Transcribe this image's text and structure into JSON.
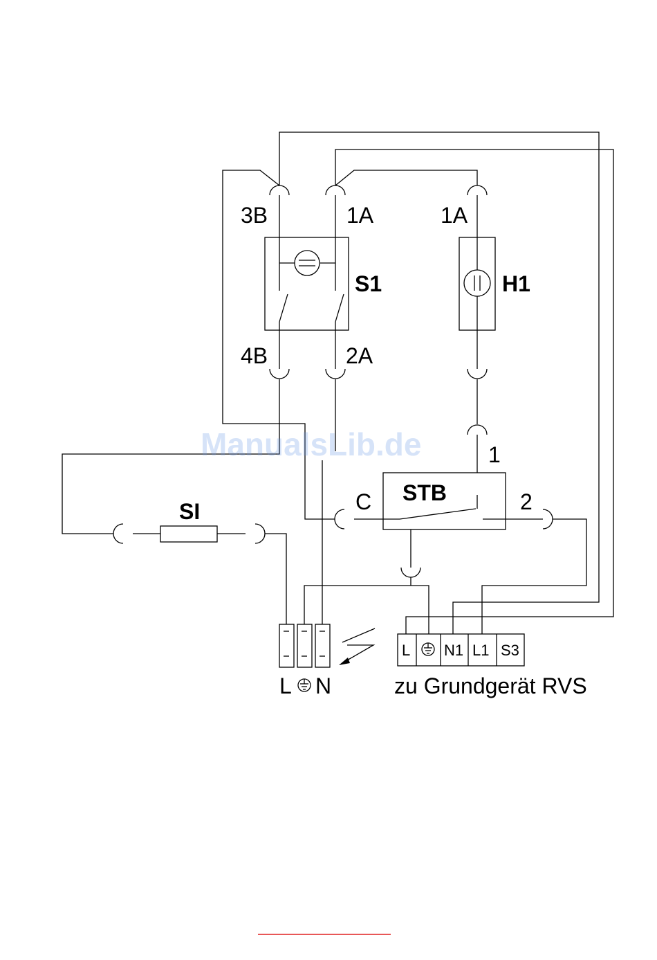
{
  "switch": {
    "name": "S1",
    "top_left": "3B",
    "top_right": "1A",
    "bottom_left": "4B",
    "bottom_right": "2A"
  },
  "lamp": {
    "name": "H1",
    "top": "1A"
  },
  "stb": {
    "name": "STB",
    "pin_1": "1",
    "pin_c": "C",
    "pin_2": "2"
  },
  "fuse": {
    "name": "SI"
  },
  "mains": {
    "labels": {
      "l": "L",
      "n": "N"
    }
  },
  "rvs_terminal": {
    "pins": [
      "L",
      "N1",
      "L1",
      "S3"
    ],
    "caption": "zu Grundgerät RVS"
  },
  "watermark": "ManualsLib.de",
  "colors": {
    "line": "#000000",
    "watermark": "#6f9ce8",
    "footer_rule": "#e02020"
  }
}
